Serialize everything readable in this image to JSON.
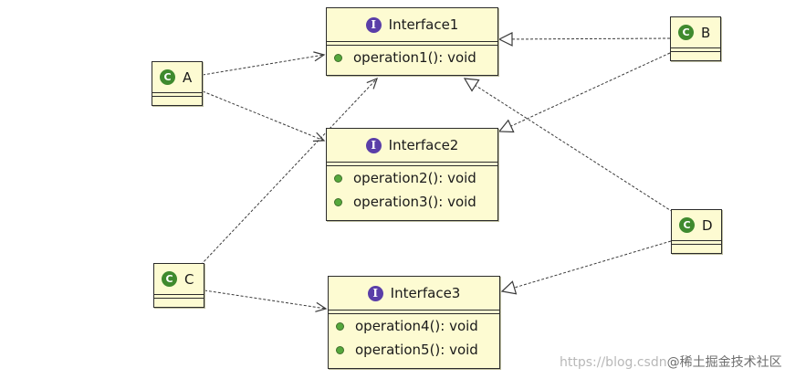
{
  "colors": {
    "box_fill": "#fdfbd2",
    "box_border": "#2b2b2b",
    "interface_icon": "#5a3ea8",
    "class_icon": "#3f8a2e",
    "method_dot": "#55a83c",
    "connector": "#3a3a3a"
  },
  "interfaces": [
    {
      "icon": "interface-icon",
      "icon_glyph": "I",
      "name": "Interface1",
      "methods": [
        "operation1(): void"
      ]
    },
    {
      "icon": "interface-icon",
      "icon_glyph": "I",
      "name": "Interface2",
      "methods": [
        "operation2(): void",
        "operation3(): void"
      ]
    },
    {
      "icon": "interface-icon",
      "icon_glyph": "I",
      "name": "Interface3",
      "methods": [
        "operation4(): void",
        "operation5(): void"
      ]
    }
  ],
  "classes": [
    {
      "icon": "class-icon",
      "icon_glyph": "C",
      "name": "A"
    },
    {
      "icon": "class-icon",
      "icon_glyph": "C",
      "name": "B"
    },
    {
      "icon": "class-icon",
      "icon_glyph": "C",
      "name": "C"
    },
    {
      "icon": "class-icon",
      "icon_glyph": "C",
      "name": "D"
    }
  ],
  "relations": [
    {
      "from": "A",
      "to": "Interface1",
      "kind": "dependency"
    },
    {
      "from": "A",
      "to": "Interface2",
      "kind": "dependency"
    },
    {
      "from": "C",
      "to": "Interface1",
      "kind": "dependency"
    },
    {
      "from": "C",
      "to": "Interface3",
      "kind": "dependency"
    },
    {
      "from": "B",
      "to": "Interface1",
      "kind": "realization"
    },
    {
      "from": "B",
      "to": "Interface2",
      "kind": "realization"
    },
    {
      "from": "D",
      "to": "Interface1",
      "kind": "realization"
    },
    {
      "from": "D",
      "to": "Interface3",
      "kind": "realization"
    }
  ],
  "watermark": {
    "url": "https://blog.csdn",
    "brand": "@稀土掘金技术社区"
  }
}
